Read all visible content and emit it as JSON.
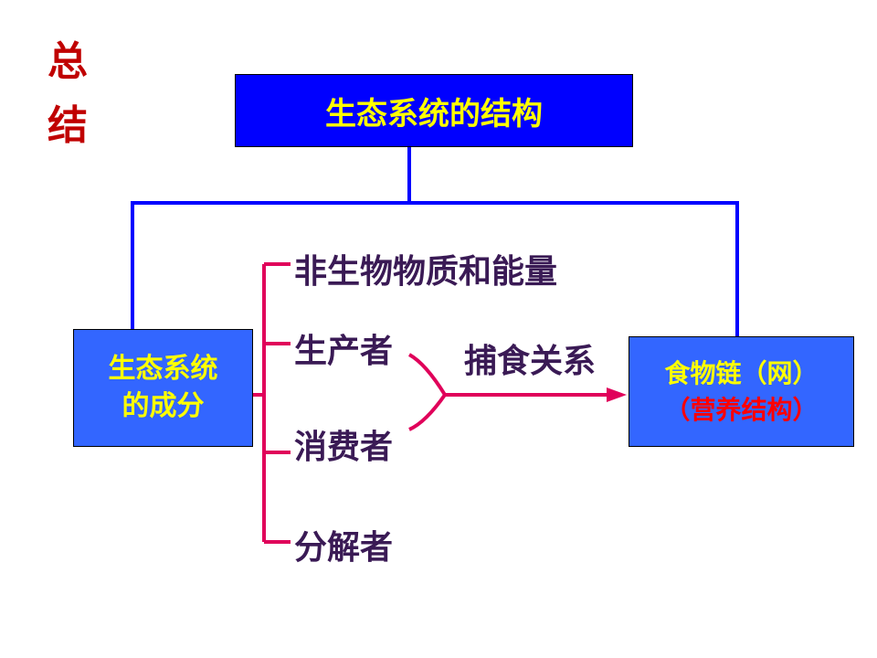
{
  "summary": [
    "总",
    "结"
  ],
  "top_box": "生态系统的结构",
  "left_box": [
    "生态系统",
    "的成分"
  ],
  "components": [
    "非生物物质和能量",
    "生产者",
    "消费者",
    "分解者"
  ],
  "relation_label": "捕食关系",
  "right_box": {
    "line1": "食物链（网）",
    "line2": "（营养结构）"
  },
  "colors": {
    "summary": "#c00000",
    "top_box_bg": "#0000ff",
    "side_box_bg": "#3366ff",
    "box_text": "#ffff00",
    "highlight_text": "#ff0000",
    "structure_line": "#0000ff",
    "branch_line": "#e0005a",
    "label_text": "#3a1a55"
  }
}
